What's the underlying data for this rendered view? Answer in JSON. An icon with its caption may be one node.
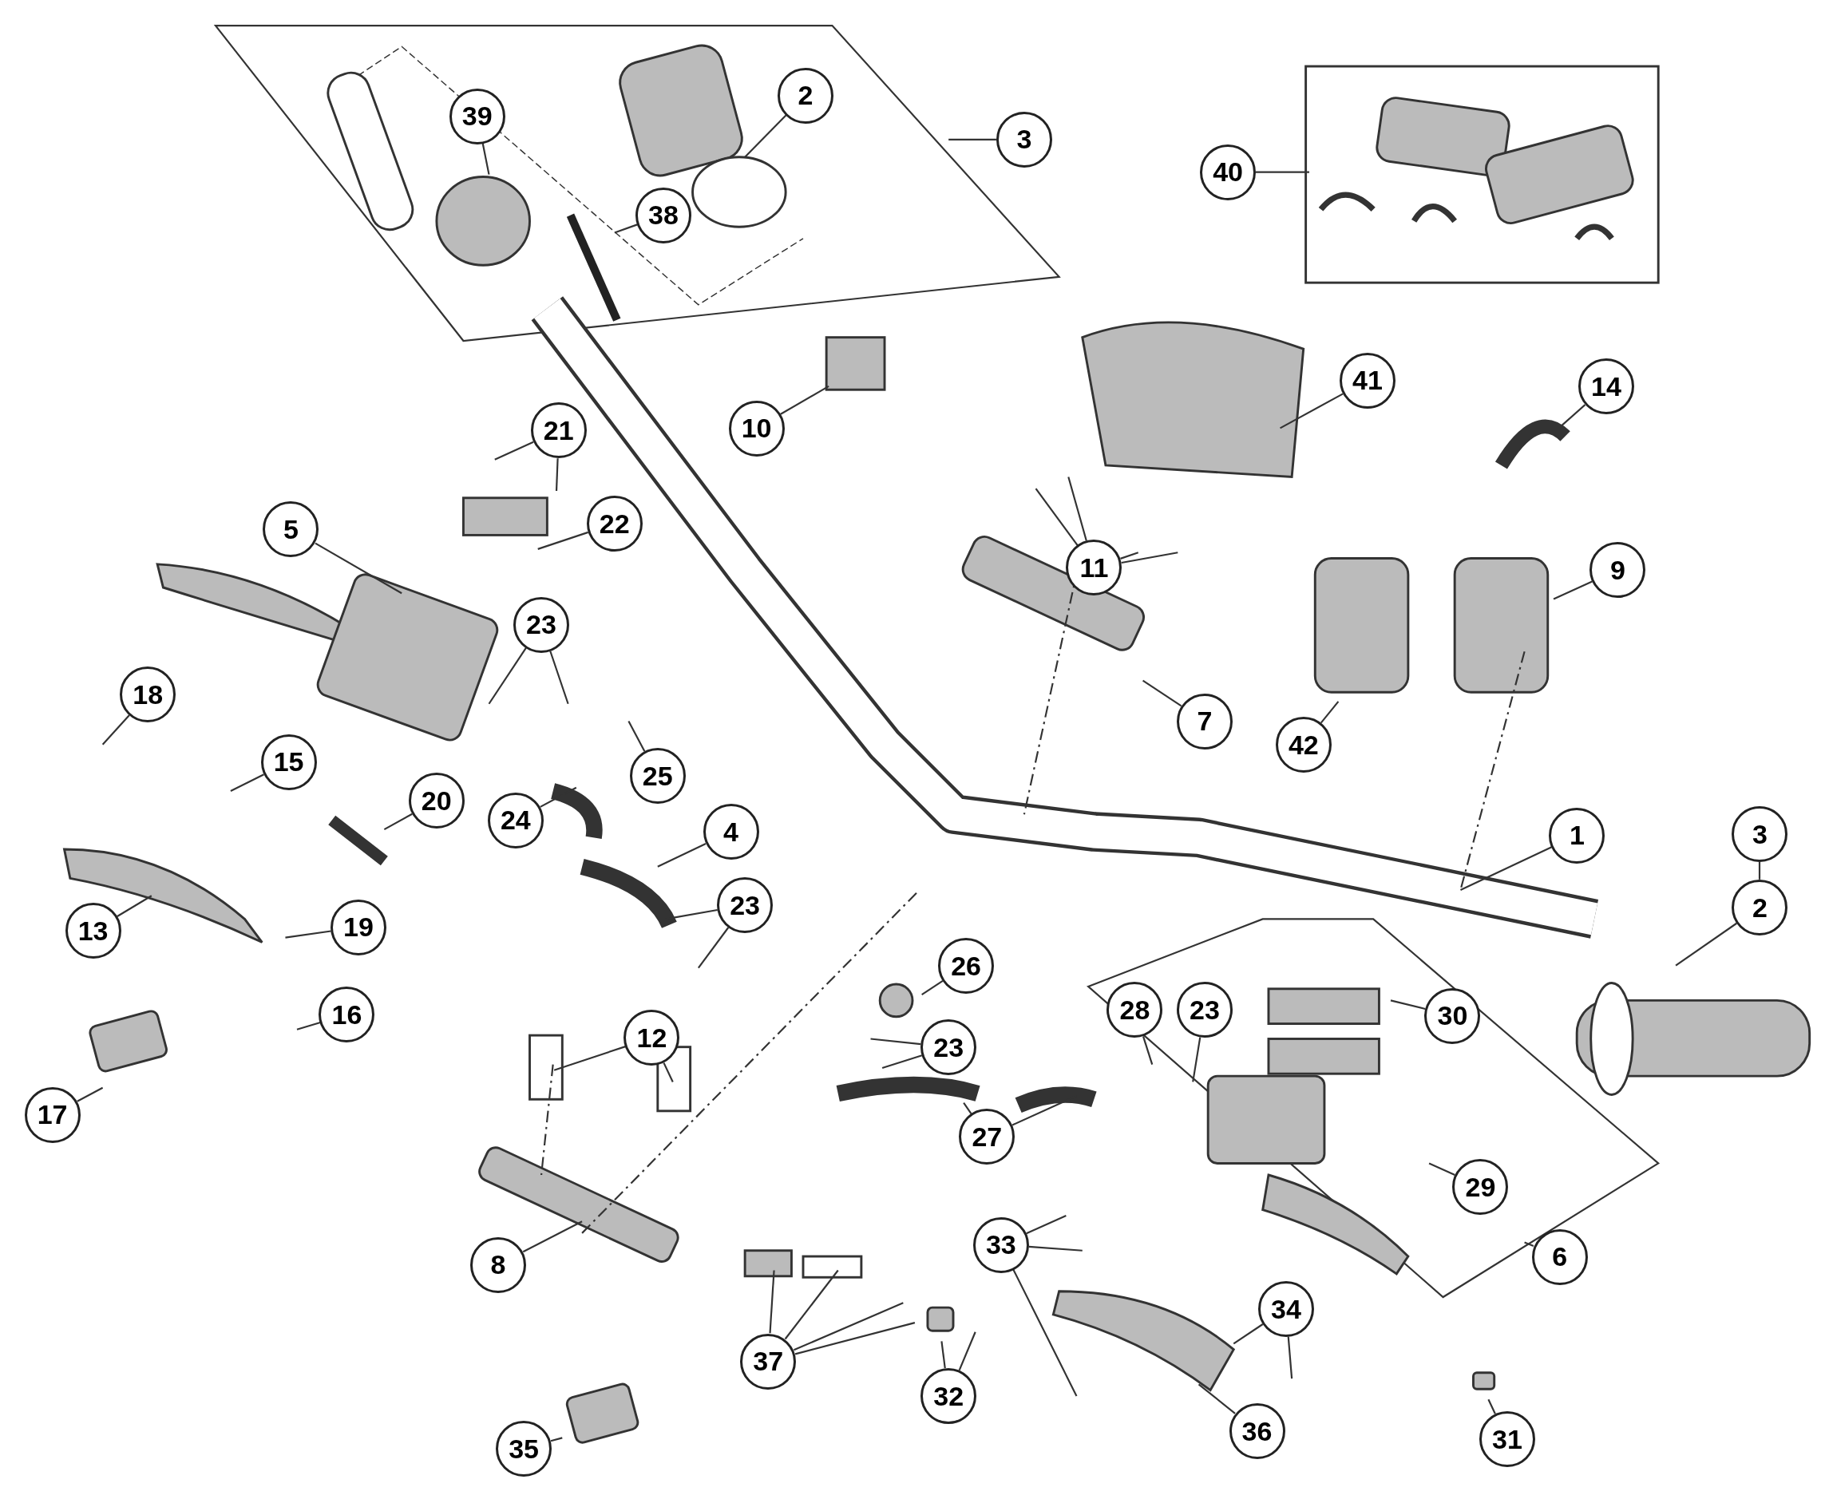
{
  "diagram": {
    "nodes": [
      {
        "text": [
          "2"
        ]
      },
      {
        "text": [
          "39"
        ]
      },
      {
        "text": [
          "3"
        ]
      },
      {
        "text": [
          "40"
        ]
      },
      {
        "text": [
          "38"
        ]
      },
      {
        "text": [
          "41"
        ]
      },
      {
        "text": [
          "14"
        ]
      },
      {
        "text": [
          "10"
        ]
      },
      {
        "text": [
          "21"
        ]
      },
      {
        "text": [
          "22"
        ]
      },
      {
        "text": [
          "5"
        ]
      },
      {
        "text": [
          "11"
        ]
      },
      {
        "text": [
          "9"
        ]
      },
      {
        "text": [
          "23"
        ]
      },
      {
        "text": [
          "18"
        ]
      },
      {
        "text": [
          "7"
        ]
      },
      {
        "text": [
          "42"
        ]
      },
      {
        "text": [
          "15"
        ]
      },
      {
        "text": [
          "25"
        ]
      },
      {
        "text": [
          "20"
        ]
      },
      {
        "text": [
          "24"
        ]
      },
      {
        "text": [
          "4"
        ]
      },
      {
        "text": [
          "3"
        ]
      },
      {
        "text": [
          "1"
        ]
      },
      {
        "text": [
          "23"
        ]
      },
      {
        "text": [
          "2"
        ]
      },
      {
        "text": [
          "19"
        ]
      },
      {
        "text": [
          "13"
        ]
      },
      {
        "text": [
          "26"
        ]
      },
      {
        "text": [
          "28"
        ]
      },
      {
        "text": [
          "23"
        ]
      },
      {
        "text": [
          "30"
        ]
      },
      {
        "text": [
          "16"
        ]
      },
      {
        "text": [
          "12"
        ]
      },
      {
        "text": [
          "23"
        ]
      },
      {
        "text": [
          "17"
        ]
      },
      {
        "text": [
          "27"
        ]
      },
      {
        "text": [
          "29"
        ]
      },
      {
        "text": [
          "33"
        ]
      },
      {
        "text": [
          "6"
        ]
      },
      {
        "text": [
          "8"
        ]
      },
      {
        "text": [
          "34"
        ]
      },
      {
        "text": [
          "37"
        ]
      },
      {
        "text": [
          "32"
        ]
      },
      {
        "text": [
          "36"
        ]
      },
      {
        "text": [
          "31"
        ]
      },
      {
        "text": [
          "35"
        ]
      }
    ],
    "edges": [
      {
        "from": 1,
        "to": null,
        "arrow": "none"
      },
      {
        "from": 0,
        "to": null,
        "arrow": "none"
      },
      {
        "from": 2,
        "to": null,
        "arrow": "none"
      },
      {
        "from": 3,
        "to": null,
        "arrow": "none"
      },
      {
        "from": 4,
        "to": null,
        "arrow": "none"
      },
      {
        "from": 5,
        "to": null,
        "arrow": "none"
      },
      {
        "from": 6,
        "to": null,
        "arrow": "none"
      },
      {
        "from": 7,
        "to": null,
        "arrow": "none"
      },
      {
        "from": 8,
        "to": null,
        "arrow": "none"
      },
      {
        "from": 8,
        "to": null,
        "arrow": "none"
      },
      {
        "from": 9,
        "to": null,
        "arrow": "none"
      },
      {
        "from": 10,
        "to": null,
        "arrow": "none"
      },
      {
        "from": 11,
        "to": null,
        "arrow": "none"
      },
      {
        "from": 11,
        "to": null,
        "arrow": "none"
      },
      {
        "from": 11,
        "to": null,
        "arrow": "none"
      },
      {
        "from": 11,
        "to": null,
        "arrow": "none"
      },
      {
        "from": 12,
        "to": null,
        "arrow": "none"
      },
      {
        "from": 13,
        "to": null,
        "arrow": "none"
      },
      {
        "from": 13,
        "to": null,
        "arrow": "none"
      },
      {
        "from": 14,
        "to": null,
        "arrow": "none"
      },
      {
        "from": 15,
        "to": null,
        "arrow": "none"
      },
      {
        "from": 16,
        "to": null,
        "arrow": "none"
      },
      {
        "from": 17,
        "to": null,
        "arrow": "none"
      },
      {
        "from": 18,
        "to": null,
        "arrow": "none"
      },
      {
        "from": 19,
        "to": null,
        "arrow": "none"
      },
      {
        "from": 20,
        "to": null,
        "arrow": "none"
      },
      {
        "from": 21,
        "to": null,
        "arrow": "none"
      },
      {
        "from": 22,
        "to": 25,
        "arrow": "none"
      },
      {
        "from": 23,
        "to": null,
        "arrow": "none"
      },
      {
        "from": 24,
        "to": null,
        "arrow": "none"
      },
      {
        "from": 24,
        "to": null,
        "arrow": "none"
      },
      {
        "from": 25,
        "to": null,
        "arrow": "none"
      },
      {
        "from": 26,
        "to": null,
        "arrow": "none"
      },
      {
        "from": 27,
        "to": null,
        "arrow": "none"
      },
      {
        "from": 28,
        "to": null,
        "arrow": "none"
      },
      {
        "from": 29,
        "to": null,
        "arrow": "none"
      },
      {
        "from": 30,
        "to": null,
        "arrow": "none"
      },
      {
        "from": 31,
        "to": null,
        "arrow": "none"
      },
      {
        "from": 32,
        "to": null,
        "arrow": "none"
      },
      {
        "from": 33,
        "to": null,
        "arrow": "none"
      },
      {
        "from": 33,
        "to": null,
        "arrow": "none"
      },
      {
        "from": 34,
        "to": null,
        "arrow": "none"
      },
      {
        "from": 34,
        "to": null,
        "arrow": "none"
      },
      {
        "from": 35,
        "to": null,
        "arrow": "none"
      },
      {
        "from": 36,
        "to": null,
        "arrow": "none"
      },
      {
        "from": 36,
        "to": null,
        "arrow": "none"
      },
      {
        "from": 37,
        "to": null,
        "arrow": "none"
      },
      {
        "from": 38,
        "to": null,
        "arrow": "none"
      },
      {
        "from": 38,
        "to": null,
        "arrow": "none"
      },
      {
        "from": 38,
        "to": null,
        "arrow": "none"
      },
      {
        "from": 39,
        "to": null,
        "arrow": "none"
      },
      {
        "from": 40,
        "to": null,
        "arrow": "none"
      },
      {
        "from": 41,
        "to": null,
        "arrow": "none"
      },
      {
        "from": 41,
        "to": null,
        "arrow": "none"
      },
      {
        "from": 42,
        "to": null,
        "arrow": "none"
      },
      {
        "from": 42,
        "to": null,
        "arrow": "none"
      },
      {
        "from": 42,
        "to": null,
        "arrow": "none"
      },
      {
        "from": 42,
        "to": null,
        "arrow": "none"
      },
      {
        "from": 43,
        "to": null,
        "arrow": "none"
      },
      {
        "from": 43,
        "to": null,
        "arrow": "none"
      },
      {
        "from": 44,
        "to": null,
        "arrow": "none"
      },
      {
        "from": 45,
        "to": null,
        "arrow": "none"
      },
      {
        "from": 46,
        "to": null,
        "arrow": "none"
      }
    ]
  }
}
